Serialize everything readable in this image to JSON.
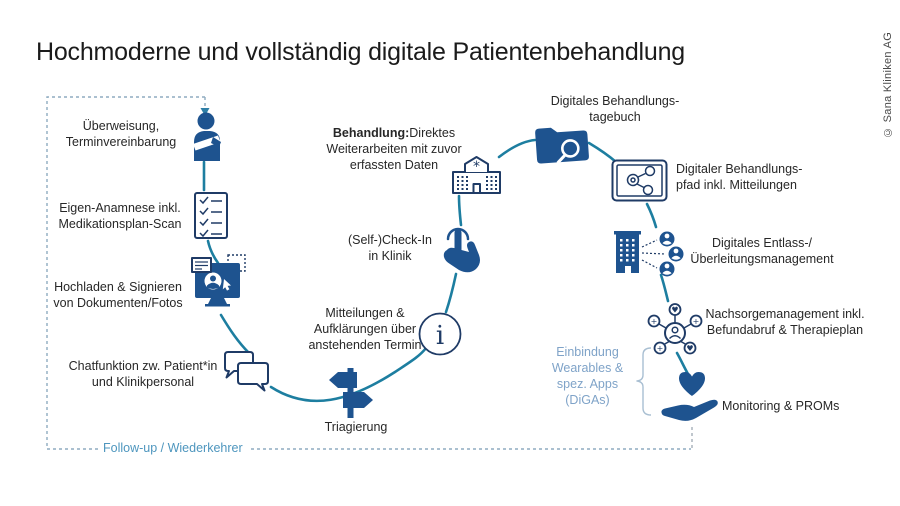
{
  "title": "Hochmoderne und vollständig digitale Patientenbehandlung",
  "copyright": "© Sana Kliniken AG",
  "loop": {
    "label": "Follow-up / Wiederkehrer"
  },
  "colors": {
    "icon_fill": "#1E538F",
    "icon_outline": "#1F3B66",
    "curve": "#1D7EA0",
    "light_blue_text": "#7FA3C8",
    "followup_text": "#4E96BE",
    "dashed_line": "#8FACC0",
    "title_text": "#1b1b1b",
    "label_text": "#272727"
  },
  "steps": {
    "ueberweisung": {
      "label": "Überweisung,\nTerminvereinbarung",
      "icon": "injured-patient-icon"
    },
    "anamnese": {
      "label": "Eigen-Anamnese inkl.\nMedikationsplan-Scan",
      "icon": "checklist-icon"
    },
    "hochladen": {
      "label": "Hochladen & Signieren\nvon Dokumenten/Fotos",
      "icon": "upload-monitor-icon"
    },
    "chat": {
      "label": "Chatfunktion zw. Patient*in\nund Klinikpersonal",
      "icon": "chat-bubbles-icon"
    },
    "triagierung": {
      "label": "Triagierung",
      "icon": "signpost-icon"
    },
    "mitteilungen": {
      "label": "Mitteilungen &\nAufklärungen über\nanstehenden Termin",
      "icon": "info-icon"
    },
    "checkin": {
      "label": "(Self-)Check-In\nin Klinik",
      "icon": "touch-checkin-icon"
    },
    "behandlung": {
      "label_bold": "Behandlung:",
      "label_rest": "Direktes\nWeiterarbeiten mit zuvor\nerfassten Daten",
      "icon": "hospital-icon"
    },
    "tagebuch": {
      "label": "Digitales Behandlungs-\ntagebuch",
      "icon": "folder-search-icon"
    },
    "pfad": {
      "label": "Digitaler Behandlungs-\npfad inkl. Mitteilungen",
      "icon": "tablet-share-icon"
    },
    "entlass": {
      "label": "Digitales Entlass-/\nÜberleitungsmanagement",
      "icon": "discharge-network-icon"
    },
    "nachsorge": {
      "label": "Nachsorgemanagement inkl.\nBefundabruf & Therapieplan",
      "icon": "aftercare-network-icon"
    },
    "wearables": {
      "label": "Einbindung\nWearables &\nspez. Apps\n(DiGAs)"
    },
    "monitoring": {
      "label": "Monitoring & PROMs",
      "icon": "hand-heart-icon"
    }
  }
}
